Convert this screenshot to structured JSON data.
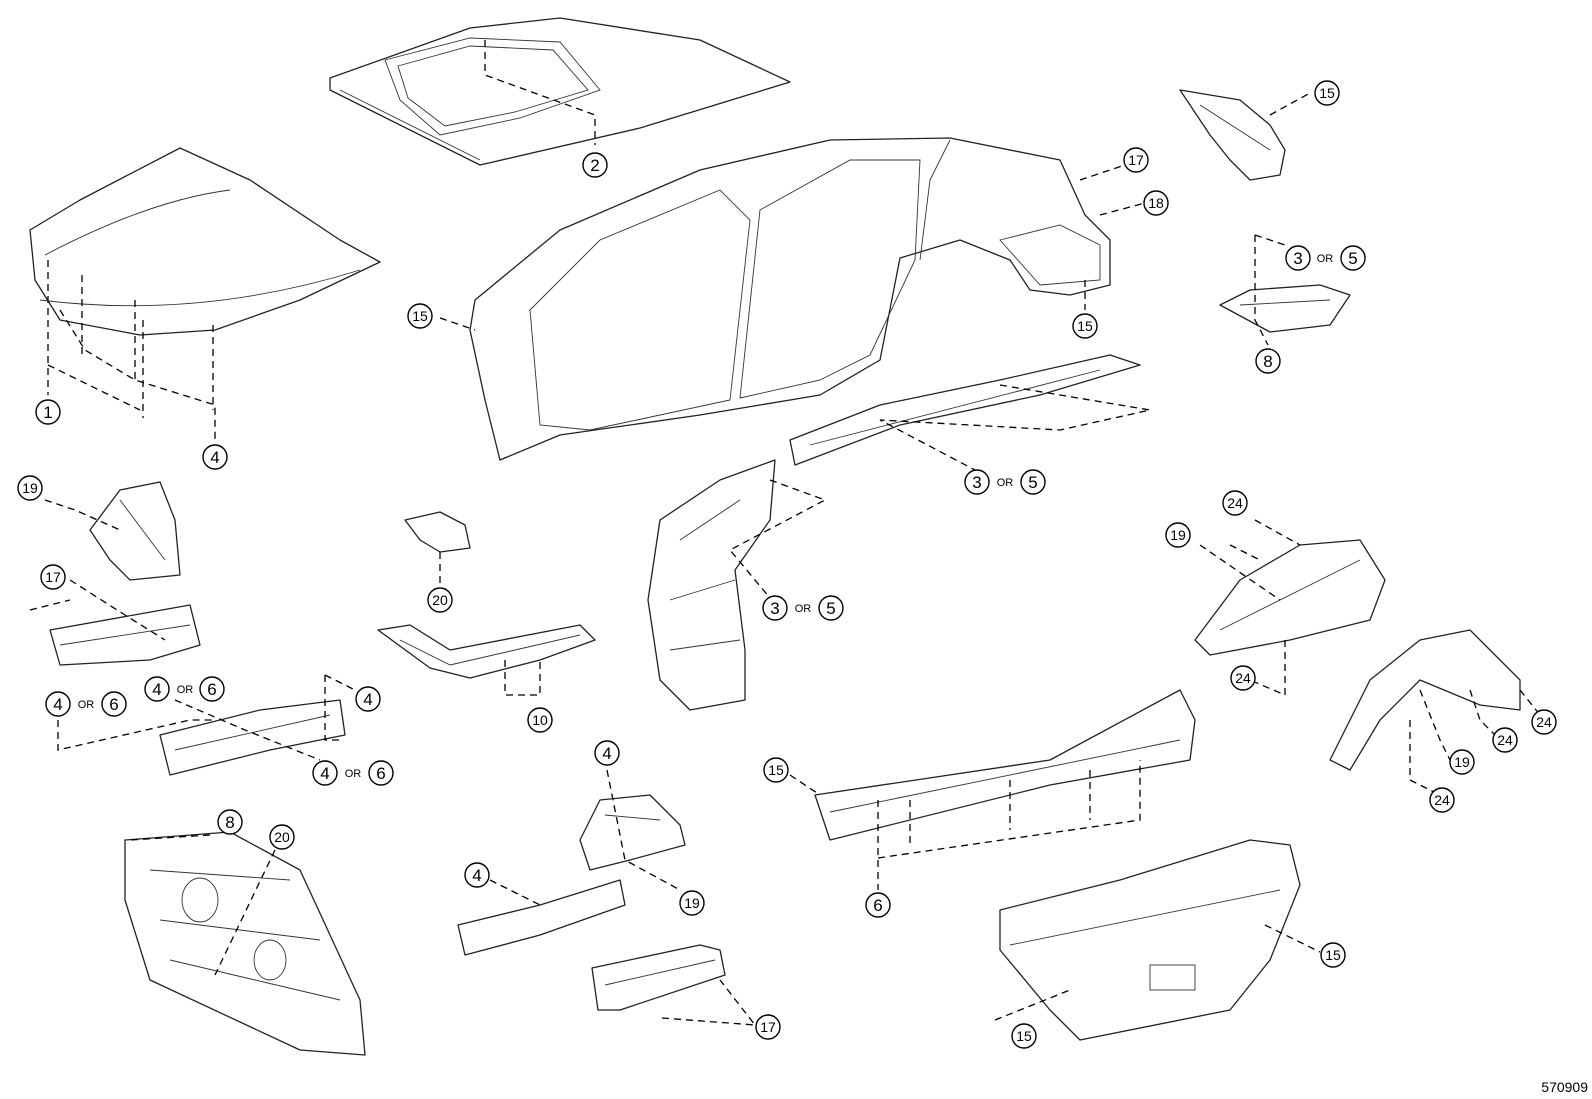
{
  "diagram": {
    "reference_code": "570909",
    "or_word": "OR",
    "callouts": {
      "c1": "1",
      "c2": "2",
      "c4": "4",
      "c15": "15",
      "c17": "17",
      "c18": "18",
      "c8": "8",
      "c6": "6",
      "c10": "10",
      "c19": "19",
      "c20": "20",
      "c24": "24",
      "c3": "3",
      "c5": "5"
    }
  }
}
